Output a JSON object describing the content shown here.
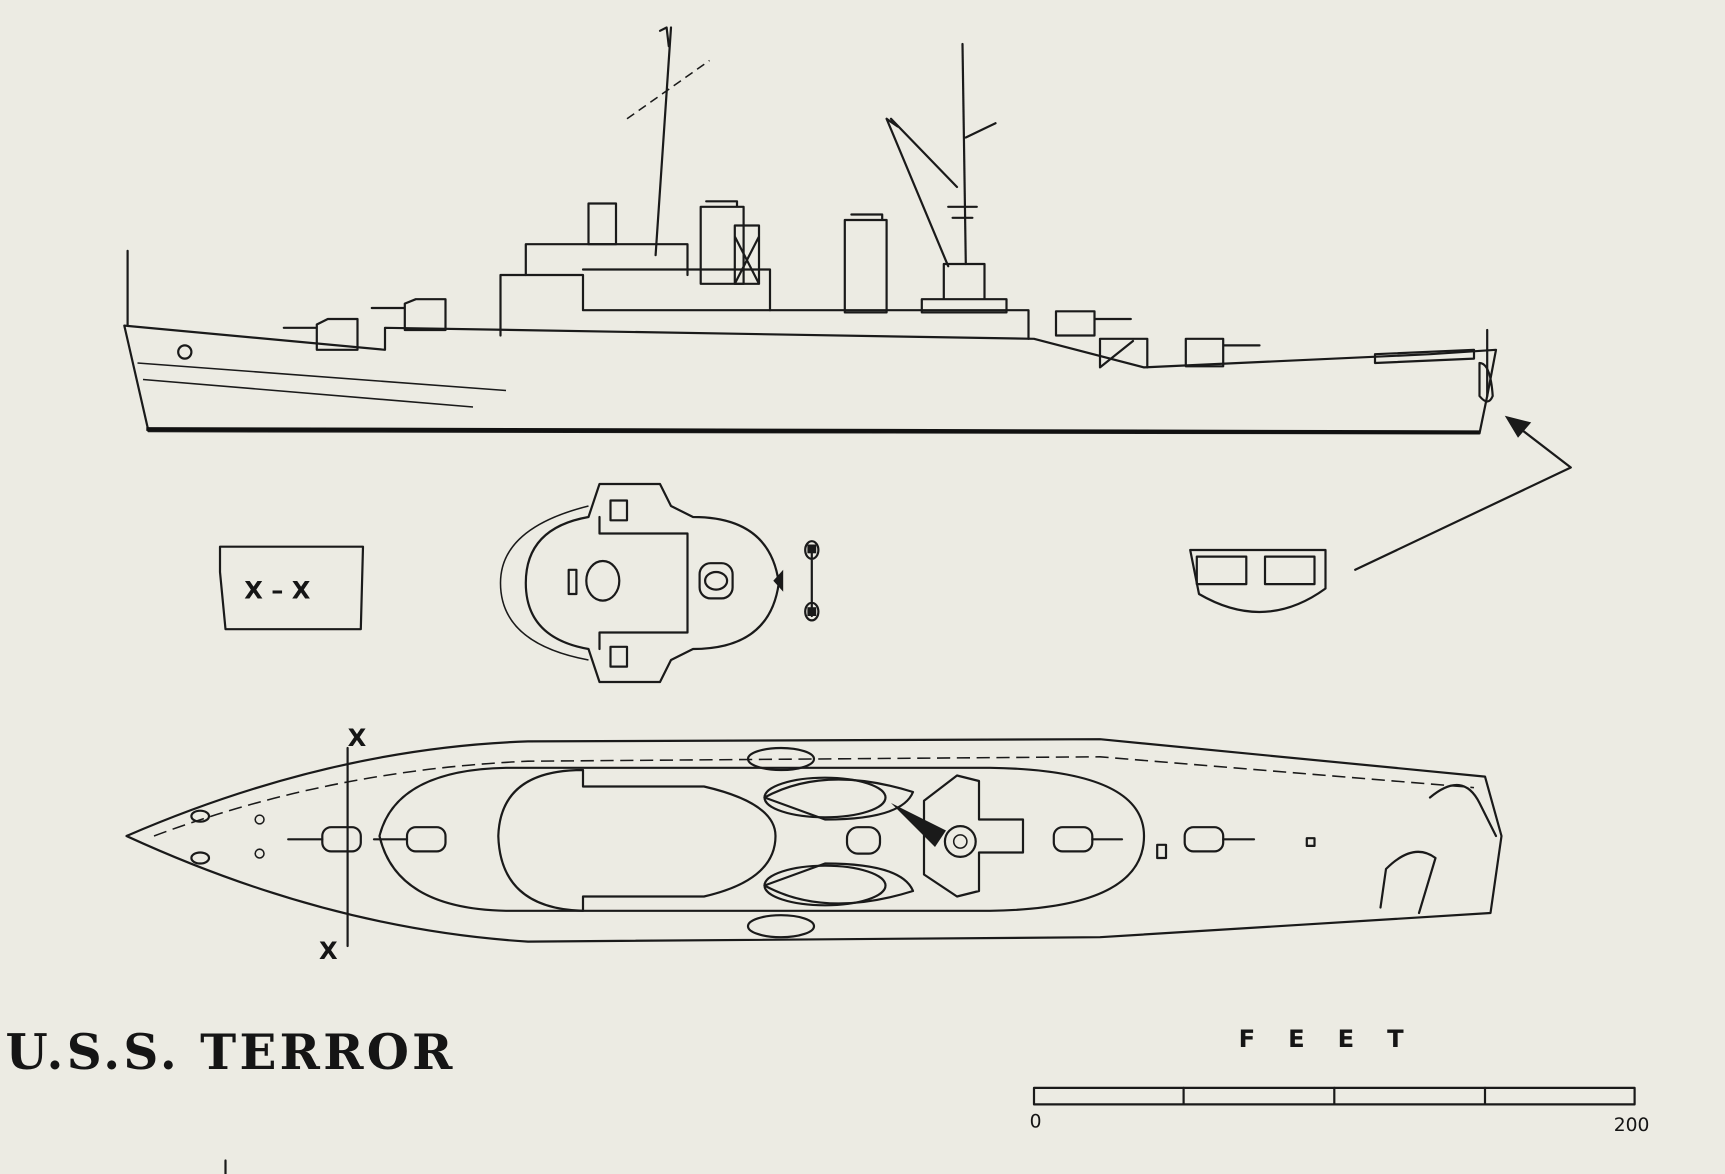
{
  "title": "U.S.S. TERROR",
  "section_label": "X – X",
  "section_marker_top": "X",
  "section_marker_bottom": "X",
  "scale": {
    "unit_label": "FEET",
    "min_label": "0",
    "max_label": "200",
    "divisions": 4
  },
  "colors": {
    "paper": "#ecebe3",
    "ink": "#1a1a1a"
  }
}
